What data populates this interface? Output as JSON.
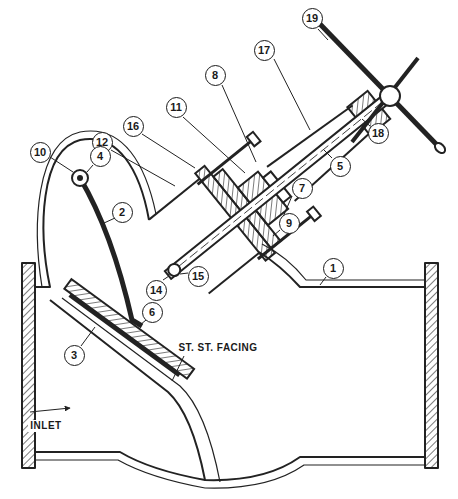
{
  "diagram": {
    "labels": [
      "19",
      "17",
      "8",
      "18",
      "11",
      "5",
      "16",
      "12",
      "10",
      "4",
      "7",
      "2",
      "9",
      "1",
      "15",
      "14",
      "6",
      "3",
      "ST. ST. FACING",
      "INLET"
    ]
  }
}
